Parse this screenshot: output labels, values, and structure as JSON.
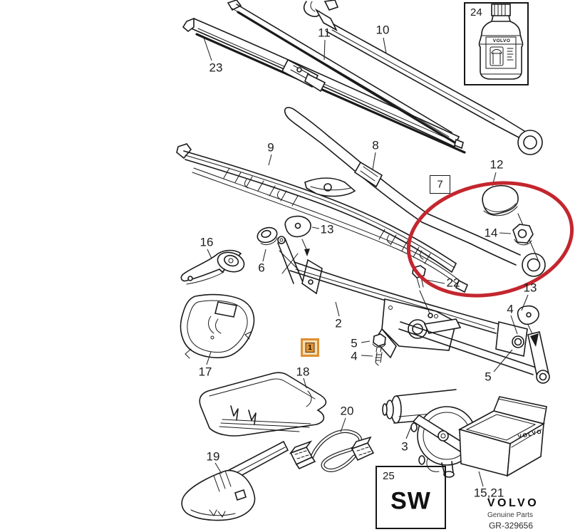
{
  "colors": {
    "line": "#1a1a1a",
    "highlight_red": "#c4262e",
    "badge_orange": "#e0922f",
    "badge_fill": "#f7ddb0"
  },
  "callouts": {
    "blade_23": "23",
    "blade_11": "11",
    "arm_10": "10",
    "blade_9": "9",
    "arm_8": "8",
    "cap_12": "12",
    "nut_14": "14",
    "pad_13_left": "13",
    "bracket_16": "16",
    "grommet_6": "6",
    "bolt_22": "22",
    "linkage_2": "2",
    "bolt_5_left": "5",
    "screw_4_left": "4",
    "pad_13_right": "13",
    "bushing_4_right": "4",
    "pivot_5_right": "5",
    "motor_3": "3",
    "cover_17": "17",
    "cover_18": "18",
    "cover_19": "19",
    "harness_20": "20",
    "carton_15_21": "15,21"
  },
  "boxes": {
    "ref_7": "7",
    "washer_fluid_ref": "24",
    "sw_ref": "25",
    "sw_code": "SW",
    "highlight_ref": "1"
  },
  "bottle": {
    "brand": "VOLVO"
  },
  "carton": {
    "brand": "VOLVO"
  },
  "footer": {
    "brand": "VOLVO",
    "tagline": "Genuine Parts",
    "doc_code": "GR-329656"
  }
}
